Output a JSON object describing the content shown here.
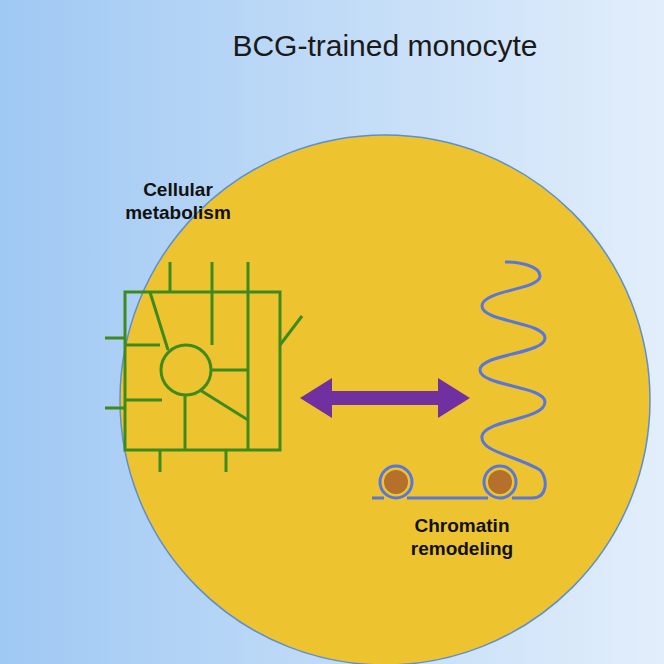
{
  "diagram": {
    "title": "BCG-trained monocyte",
    "nodes": [
      {
        "text": [
          "Cellular metabolism"
        ]
      },
      {
        "text": [
          "Chromatin remodeling"
        ]
      }
    ],
    "edges": [
      {
        "from": 0,
        "to": 1,
        "arrow": "both"
      }
    ]
  }
}
